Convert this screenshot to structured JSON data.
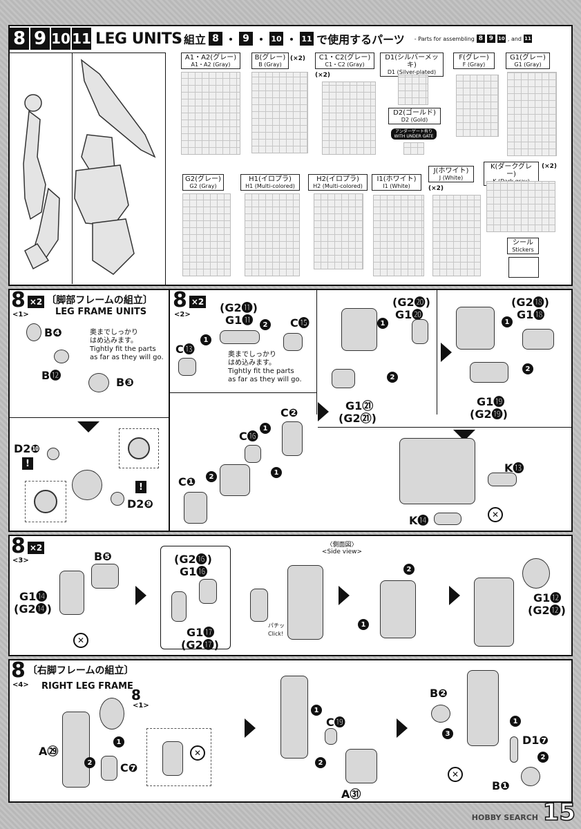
{
  "header": {
    "steps": [
      "8",
      "9",
      "10",
      "11"
    ],
    "title": "LEG UNITS",
    "parts_heading_prefix": "・組立",
    "parts_heading_sep": "・",
    "parts_heading_suffix": "で使用するパーツ",
    "parts_sub_prefix": "- Parts for assembling",
    "parts_sub_and": ", and"
  },
  "runners": [
    {
      "jp": "A1・A2(グレー)",
      "en": "A1・A2 (Gray)"
    },
    {
      "jp": "B(グレー)",
      "en": "B (Gray)",
      "qty": "(×2)"
    },
    {
      "jp": "C1・C2(グレー)",
      "en": "C1・C2 (Gray)",
      "qty": "(×2)"
    },
    {
      "jp": "D1(シルバーメッキ)",
      "en": "D1 (Silver-plated)"
    },
    {
      "jp": "F(グレー)",
      "en": "F (Gray)"
    },
    {
      "jp": "G1(グレー)",
      "en": "G1 (Gray)"
    },
    {
      "jp": "D2(ゴールド)",
      "en": "D2 (Gold)"
    },
    {
      "jp": "G2(グレー)",
      "en": "G2 (Gray)"
    },
    {
      "jp": "H1(イロプラ)",
      "en": "H1 (Multi-colored)"
    },
    {
      "jp": "H2(イロプラ)",
      "en": "H2 (Multi-colored)"
    },
    {
      "jp": "I1(ホワイト)",
      "en": "I1 (White)"
    },
    {
      "jp": "J(ホワイト)",
      "en": "J (White)",
      "qty": "(×2)"
    },
    {
      "jp": "K(ダークグレー)",
      "en": "K (Dark gray)",
      "qty": "(×2)"
    }
  ],
  "undergate": {
    "jp": "アンダーゲート有り",
    "en": "WITH UNDER GATE"
  },
  "stickers": {
    "jp": "シール",
    "en": "Stickers"
  },
  "step8_1": {
    "num": "8",
    "sub": "<1>",
    "qty": "×2",
    "jp": "〔脚部フレームの組立〕",
    "en": "LEG FRAME UNITS",
    "labels": {
      "b4": "B❹",
      "b12": "B⓬",
      "b3": "B❸",
      "d2_10": "D2❿",
      "d2_9": "D2❾"
    },
    "note_jp": "奥までしっかり\nはめ込みます。",
    "note_en": "Tightly fit the parts\nas far as they will go."
  },
  "step8_2": {
    "num": "8",
    "sub": "<2>",
    "qty": "×2",
    "labels": {
      "g2_11": "(G2⓫)",
      "g1_11": "G1⓫",
      "c15": "C⓯",
      "c13": "C⓭",
      "c16": "C⓰",
      "c2": "C❷",
      "c1": "C❶",
      "g2_20": "(G2⓴)",
      "g1_20": "G1⓴",
      "g1_21": "G1㉑",
      "g2_21": "(G2㉑)",
      "g2_18": "(G2⓲)",
      "g1_18": "G1⓲",
      "g1_19": "G1⓳",
      "g2_19": "(G2⓳)",
      "k13": "K⓭",
      "k14": "K⓮"
    },
    "note_jp": "奥までしっかり\nはめ込みます。",
    "note_en": "Tightly fit the parts\nas far as they will go."
  },
  "step8_3": {
    "num": "8",
    "sub": "<3>",
    "qty": "×2",
    "labels": {
      "b5": "B❺",
      "g1_14": "G1⓮",
      "g2_14": "(G2⓮)",
      "g2_16": "(G2⓰)",
      "g1_16": "G1⓰",
      "g1_17": "G1⓱",
      "g2_17": "(G2⓱)",
      "g1_12": "G1⓬",
      "g2_12": "(G2⓬)"
    },
    "side_view_jp": "〈側面図〉",
    "side_view_en": "<Side view>",
    "click": "パチッ Click!"
  },
  "step8_4": {
    "num": "8",
    "sub": "<4>",
    "jp": "〔右脚フレームの組立〕",
    "en": "RIGHT LEG FRAME",
    "ref_num": "8",
    "ref_sub": "<1>",
    "labels": {
      "a29": "A㉙",
      "c7": "C❼",
      "c19": "C⓳",
      "a31": "A㉛",
      "b2": "B❷",
      "d1_7": "D1❼",
      "b1": "B❶"
    }
  },
  "footer": {
    "watermark": "HOBBY SEARCH",
    "page": "15"
  }
}
